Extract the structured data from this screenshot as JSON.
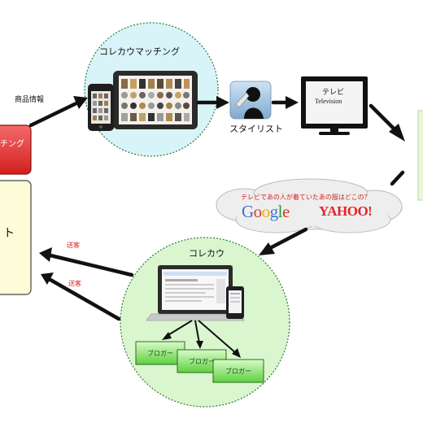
{
  "top_circle": {
    "title": "コレカウマッチング"
  },
  "shop_info_label": "商品情報",
  "matching_box": {
    "label_line1": "チング"
  },
  "left_box": {
    "label": "ト"
  },
  "stylist": {
    "label": "スタイリスト"
  },
  "tv": {
    "label_jp": "テレビ",
    "label_en": "Television"
  },
  "cloud": {
    "question": "テレビであの人が着ていたあの服はどこの？",
    "google_logo": "Google",
    "yahoo_logo": "YAHOO!"
  },
  "bottom_circle": {
    "title": "コレカウ"
  },
  "bloggers": [
    "ブロガー",
    "ブロガー",
    "ブロガー"
  ],
  "referral_labels": [
    "送客",
    "送客"
  ],
  "colors": {
    "top_circle_fill": "#d8f4f8",
    "bottom_circle_fill": "#d9f6cf",
    "matching_box_fill": "#e53030",
    "left_box_fill": "#fdfbd8",
    "blogger_fill": "#8ee870",
    "right_panel_fill": "#eaf7dc"
  },
  "icons": [
    "tablet-icon",
    "smartphone-icon",
    "stylist-icon",
    "television-icon",
    "laptop-icon"
  ]
}
